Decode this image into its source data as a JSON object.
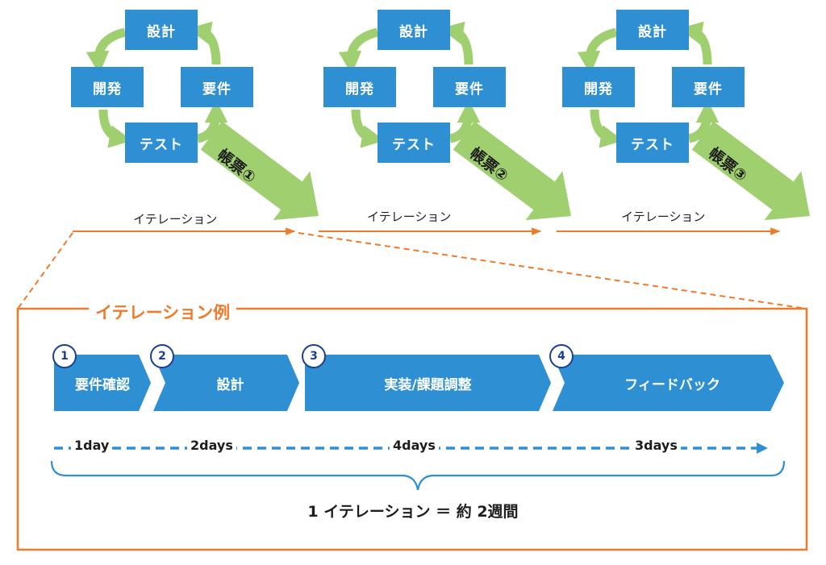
{
  "cycles": [
    {
      "design": "設計",
      "dev": "開発",
      "req": "要件",
      "test": "テスト",
      "ticket": "帳票①",
      "iteration": "イテレーション"
    },
    {
      "design": "設計",
      "dev": "開発",
      "req": "要件",
      "test": "テスト",
      "ticket": "帳票②",
      "iteration": "イテレーション"
    },
    {
      "design": "設計",
      "dev": "開発",
      "req": "要件",
      "test": "テスト",
      "ticket": "帳票③",
      "iteration": "イテレーション"
    }
  ],
  "example": {
    "title": "イテレーション例",
    "phases": [
      {
        "num": "1",
        "label": "要件確認"
      },
      {
        "num": "2",
        "label": "設計"
      },
      {
        "num": "3",
        "label": "実装/課題調整"
      },
      {
        "num": "4",
        "label": "フィードバック"
      }
    ],
    "durations": [
      "1day",
      "2days",
      "4days",
      "3days"
    ],
    "summary": "1 イテレーション ＝ 約 2週間"
  },
  "colors": {
    "box_blue": "#2e8fd3",
    "cycle_arrow_green": "#9fcf6e",
    "ticket_arrow_green": "#9fcf6e",
    "iteration_orange": "#ee7a2c",
    "number_navy": "#1c3f94"
  },
  "icons": {
    "cycle_arrows": "curved-arrow-icon",
    "ticket_arrow": "big-arrow-icon",
    "number_badge": "circled-number-icon"
  }
}
